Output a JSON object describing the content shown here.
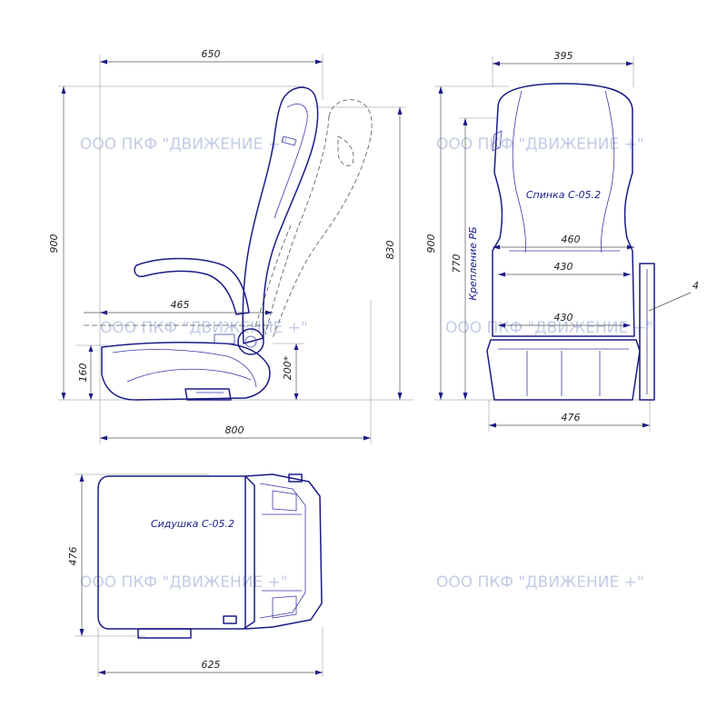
{
  "watermark": "ООО ПКФ \"ДВИЖЕНИЕ +\"",
  "side_view": {
    "dims": {
      "top_width": "650",
      "total_height": "900",
      "back_height": "830",
      "seat_height": "160",
      "pivot_height": "200*",
      "seat_depth": "465",
      "total_length": "800"
    }
  },
  "front_view": {
    "dims": {
      "top_width": "395",
      "total_height": "900",
      "mount_height": "770",
      "width_upper": "460",
      "width_mid": "430",
      "width_lower": "430",
      "base_width": "476"
    },
    "back_label": "Спинка С-05.2",
    "mount_label": "Крепление РБ",
    "callout": "4"
  },
  "top_view": {
    "dims": {
      "depth": "476",
      "length": "625"
    },
    "seat_label": "Сидушка С-05.2"
  },
  "colors": {
    "outline": "#1b1b86",
    "dimension": "#555555",
    "watermark": "#c3cbe6"
  }
}
